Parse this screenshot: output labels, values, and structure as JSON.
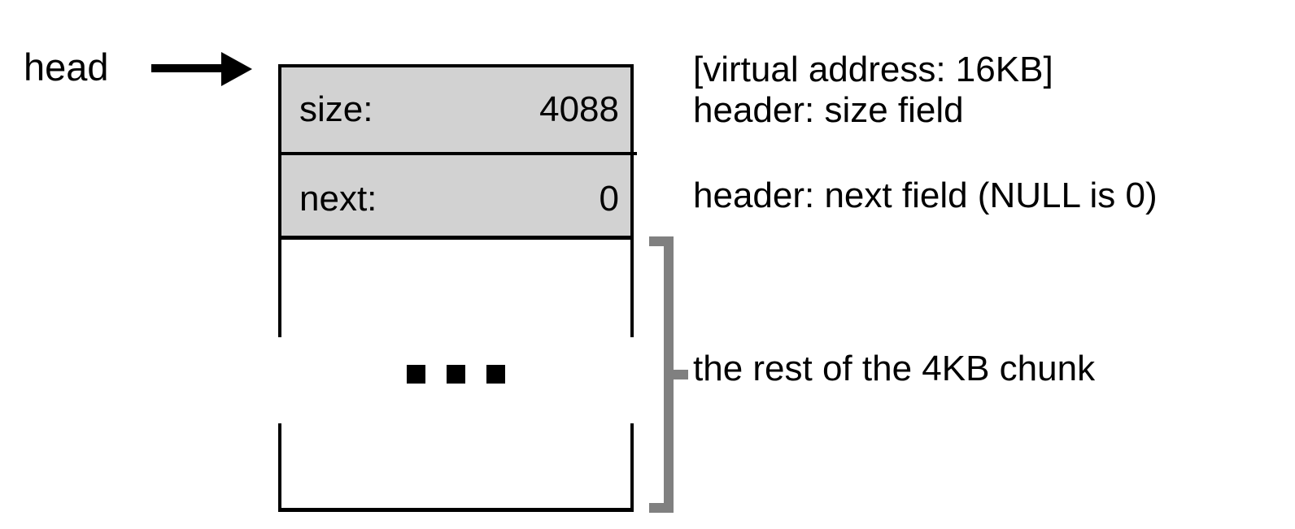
{
  "diagram": {
    "title": "free list heap chunk layout",
    "pointer": {
      "label": "head",
      "arrow_icon": "right-arrow-icon"
    },
    "chunk": {
      "header_fields": [
        {
          "key": "size:",
          "value": "4088"
        },
        {
          "key": "next:",
          "value": "0"
        }
      ],
      "body": {
        "ellipsis": "…",
        "dot_count": 3
      }
    },
    "annotations": [
      {
        "name": "size-field-note",
        "lines": [
          "[virtual address: 16KB]",
          "header: size field"
        ]
      },
      {
        "name": "next-field-note",
        "lines": [
          "header: next field (NULL is 0)"
        ]
      },
      {
        "name": "chunk-body-note",
        "lines": [
          "the rest of the 4KB chunk"
        ]
      }
    ],
    "colors": {
      "header_fill": "#d2d2d2",
      "outline": "#000000",
      "bracket": "#808080",
      "background": "#ffffff"
    }
  }
}
